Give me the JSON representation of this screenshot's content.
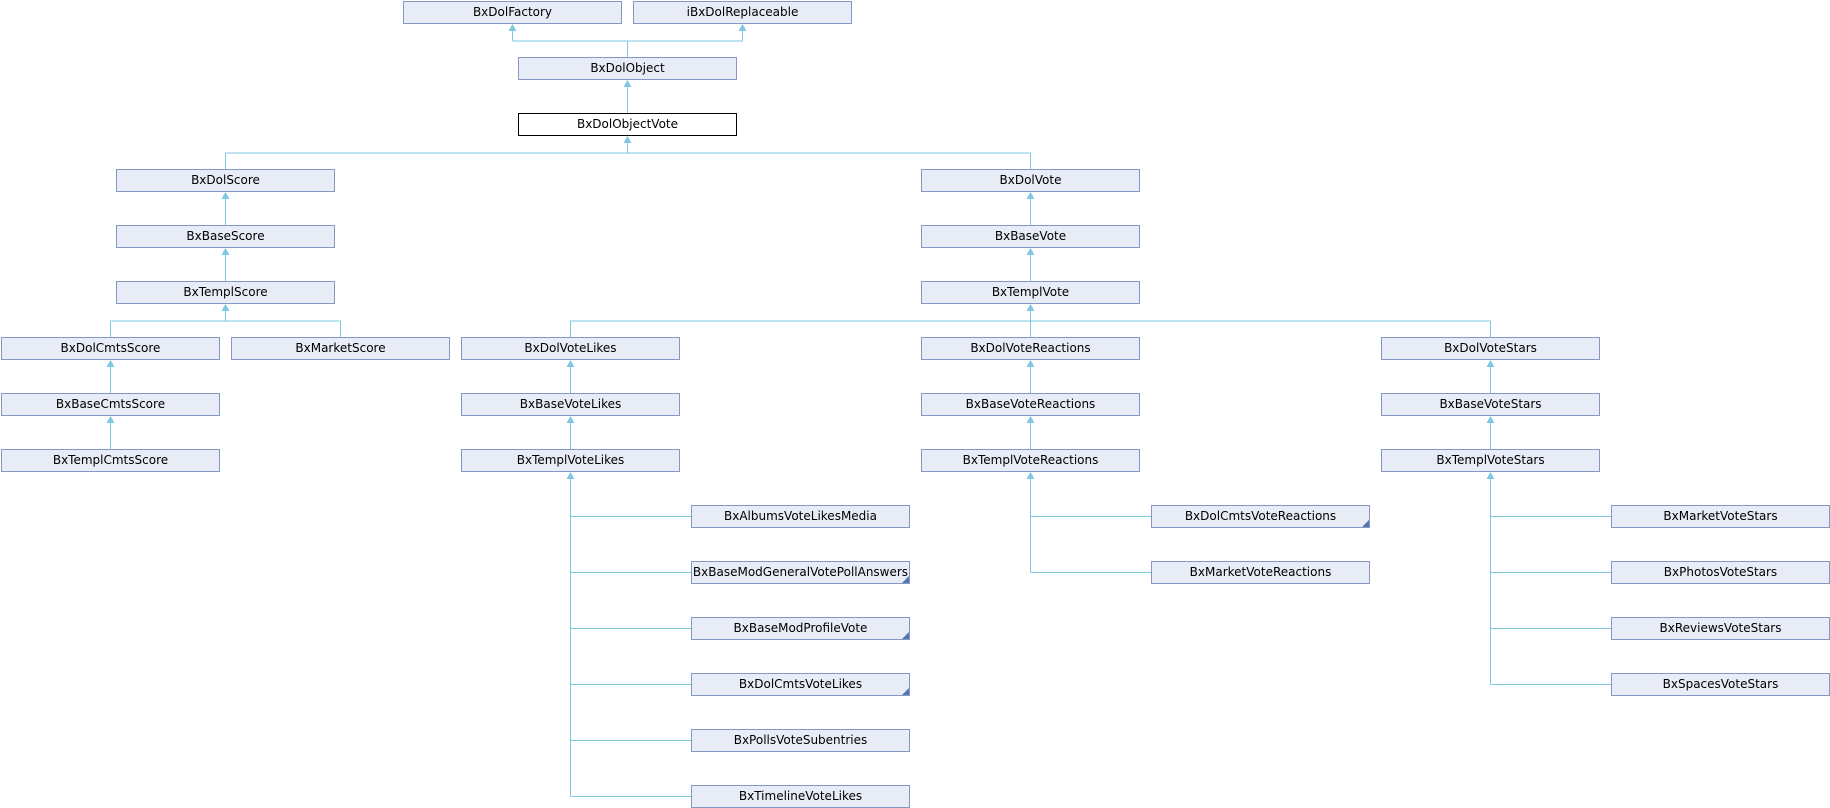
{
  "diagram": {
    "nodes": [
      {
        "id": "bxdolfactory",
        "label": "BxDolFactory"
      },
      {
        "id": "ibxdolreplaceable",
        "label": "iBxDolReplaceable"
      },
      {
        "id": "bxdolobject",
        "label": "BxDolObject"
      },
      {
        "id": "bxdolobjectvote",
        "label": "BxDolObjectVote",
        "current": true
      },
      {
        "id": "bxdolscore",
        "label": "BxDolScore"
      },
      {
        "id": "bxdolvote",
        "label": "BxDolVote"
      },
      {
        "id": "bxbasescore",
        "label": "BxBaseScore"
      },
      {
        "id": "bxbasevote",
        "label": "BxBaseVote"
      },
      {
        "id": "bxtemplscore",
        "label": "BxTemplScore"
      },
      {
        "id": "bxtemplvote",
        "label": "BxTemplVote"
      },
      {
        "id": "bxdolcmtsscore",
        "label": "BxDolCmtsScore"
      },
      {
        "id": "bxmarketscore",
        "label": "BxMarketScore"
      },
      {
        "id": "bxdolvotelikes",
        "label": "BxDolVoteLikes"
      },
      {
        "id": "bxdolvotereactions",
        "label": "BxDolVoteReactions"
      },
      {
        "id": "bxdolvotestars",
        "label": "BxDolVoteStars"
      },
      {
        "id": "bxbasecmtsscore",
        "label": "BxBaseCmtsScore"
      },
      {
        "id": "bxbasevotelikes",
        "label": "BxBaseVoteLikes"
      },
      {
        "id": "bxbasevotereactions",
        "label": "BxBaseVoteReactions"
      },
      {
        "id": "bxbasevotestars",
        "label": "BxBaseVoteStars"
      },
      {
        "id": "bxtemplcmtsscore",
        "label": "BxTemplCmtsScore"
      },
      {
        "id": "bxtemplvotelikes",
        "label": "BxTemplVoteLikes"
      },
      {
        "id": "bxtemplvotereactions",
        "label": "BxTemplVoteReactions"
      },
      {
        "id": "bxtemplvotestars",
        "label": "BxTemplVoteStars"
      },
      {
        "id": "bxalbumsvotelikesmedia",
        "label": "BxAlbumsVoteLikesMedia"
      },
      {
        "id": "bxbasemodgeneralvotepollanswers",
        "label": "BxBaseModGeneralVotePollAnswers",
        "more": true
      },
      {
        "id": "bxbasemodprofilevote",
        "label": "BxBaseModProfileVote",
        "more": true
      },
      {
        "id": "bxdolcmtsvotelikes",
        "label": "BxDolCmtsVoteLikes",
        "more": true
      },
      {
        "id": "bxpollsvotesubentries",
        "label": "BxPollsVoteSubentries"
      },
      {
        "id": "bxtimelinevotelikes",
        "label": "BxTimelineVoteLikes"
      },
      {
        "id": "bxdolcmtsvotereactions",
        "label": "BxDolCmtsVoteReactions",
        "more": true
      },
      {
        "id": "bxmarketvotereactions",
        "label": "BxMarketVoteReactions"
      },
      {
        "id": "bxmarketvotestars",
        "label": "BxMarketVoteStars"
      },
      {
        "id": "bxphotosvotestars",
        "label": "BxPhotosVoteStars"
      },
      {
        "id": "bxreviewsvotestars",
        "label": "BxReviewsVoteStars"
      },
      {
        "id": "bxspacesvotestars",
        "label": "BxSpacesVoteStars"
      }
    ],
    "edges": [
      {
        "from": "bxdolfactory",
        "to": "bxdolobject"
      },
      {
        "from": "ibxdolreplaceable",
        "to": "bxdolobject"
      },
      {
        "from": "bxdolobject",
        "to": "bxdolobjectvote"
      },
      {
        "from": "bxdolobjectvote",
        "to": "bxdolscore"
      },
      {
        "from": "bxdolobjectvote",
        "to": "bxdolvote"
      },
      {
        "from": "bxdolscore",
        "to": "bxbasescore"
      },
      {
        "from": "bxbasescore",
        "to": "bxtemplscore"
      },
      {
        "from": "bxtemplscore",
        "to": "bxdolcmtsscore"
      },
      {
        "from": "bxtemplscore",
        "to": "bxmarketscore"
      },
      {
        "from": "bxdolcmtsscore",
        "to": "bxbasecmtsscore"
      },
      {
        "from": "bxbasecmtsscore",
        "to": "bxtemplcmtsscore"
      },
      {
        "from": "bxdolvote",
        "to": "bxbasevote"
      },
      {
        "from": "bxbasevote",
        "to": "bxtemplvote"
      },
      {
        "from": "bxtemplvote",
        "to": "bxdolvotelikes"
      },
      {
        "from": "bxtemplvote",
        "to": "bxdolvotereactions"
      },
      {
        "from": "bxtemplvote",
        "to": "bxdolvotestars"
      },
      {
        "from": "bxdolvotelikes",
        "to": "bxbasevotelikes"
      },
      {
        "from": "bxbasevotelikes",
        "to": "bxtemplvotelikes"
      },
      {
        "from": "bxtemplvotelikes",
        "to": "bxalbumsvotelikesmedia"
      },
      {
        "from": "bxtemplvotelikes",
        "to": "bxbasemodgeneralvotepollanswers"
      },
      {
        "from": "bxtemplvotelikes",
        "to": "bxbasemodprofilevote"
      },
      {
        "from": "bxtemplvotelikes",
        "to": "bxdolcmtsvotelikes"
      },
      {
        "from": "bxtemplvotelikes",
        "to": "bxpollsvotesubentries"
      },
      {
        "from": "bxtemplvotelikes",
        "to": "bxtimelinevotelikes"
      },
      {
        "from": "bxdolvotereactions",
        "to": "bxbasevotereactions"
      },
      {
        "from": "bxbasevotereactions",
        "to": "bxtemplvotereactions"
      },
      {
        "from": "bxtemplvotereactions",
        "to": "bxdolcmtsvotereactions"
      },
      {
        "from": "bxtemplvotereactions",
        "to": "bxmarketvotereactions"
      },
      {
        "from": "bxdolvotestars",
        "to": "bxbasevotestars"
      },
      {
        "from": "bxbasevotestars",
        "to": "bxtemplvotestars"
      },
      {
        "from": "bxtemplvotestars",
        "to": "bxmarketvotestars"
      },
      {
        "from": "bxtemplvotestars",
        "to": "bxphotosvotestars"
      },
      {
        "from": "bxtemplvotestars",
        "to": "bxreviewsvotestars"
      },
      {
        "from": "bxtemplvotestars",
        "to": "bxspacesvotestars"
      }
    ],
    "colors": {
      "node_fill": "#e8ecf6",
      "node_border": "#8697c4",
      "current_fill": "#ffffff",
      "current_border": "#000000",
      "edge": "#7ec8e3",
      "more_marker": "#5874b5"
    }
  }
}
